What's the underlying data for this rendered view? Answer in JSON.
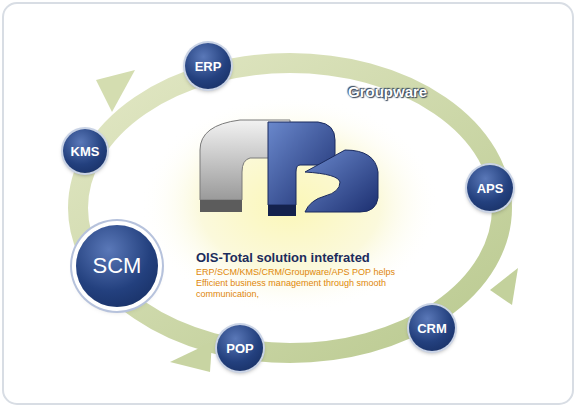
{
  "diagram": {
    "nodes": [
      {
        "text": [
          "ERP"
        ]
      },
      {
        "text": [
          "KMS"
        ]
      },
      {
        "text": [
          "APS"
        ]
      },
      {
        "text": [
          "SCM"
        ]
      },
      {
        "text": [
          "CRM"
        ]
      },
      {
        "text": [
          "POP"
        ]
      }
    ],
    "labels": [
      "Groupware",
      "OIS-Total solution intefrated",
      "ERP/SCM/KMS/CRM/Groupware/APS POP helps Efficient business management through smooth communication,"
    ]
  }
}
